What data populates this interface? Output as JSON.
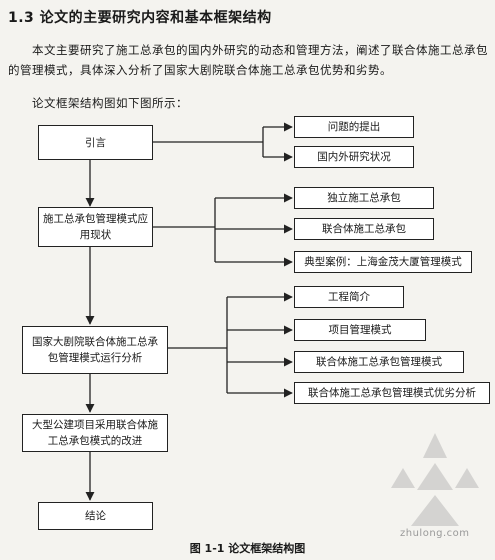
{
  "heading": "1.3 论文的主要研究内容和基本框架结构",
  "paragraph": "本文主要研究了施工总承包的国内外研究的动态和管理方法，阐述了联合体施工总承包的管理模式，具体深入分析了国家大剧院联合体施工总承包优势和劣势。",
  "intro": "论文框架结构图如下图所示：",
  "flow": {
    "main": [
      "引言",
      "施工总承包管理模式应用现状",
      "国家大剧院联合体施工总承包管理模式运行分析",
      "大型公建项目采用联合体施工总承包模式的改进",
      "结论"
    ],
    "branch1": [
      "问题的提出",
      "国内外研究状况"
    ],
    "branch2": [
      "独立施工总承包",
      "联合体施工总承包",
      "典型案例：上海金茂大厦管理模式"
    ],
    "branch3": [
      "工程简介",
      "项目管理模式",
      "联合体施工总承包管理模式",
      "联合体施工总承包管理模式优劣分析"
    ]
  },
  "caption": "图 1-1  论文框架结构图",
  "watermark": "zhulong.com"
}
